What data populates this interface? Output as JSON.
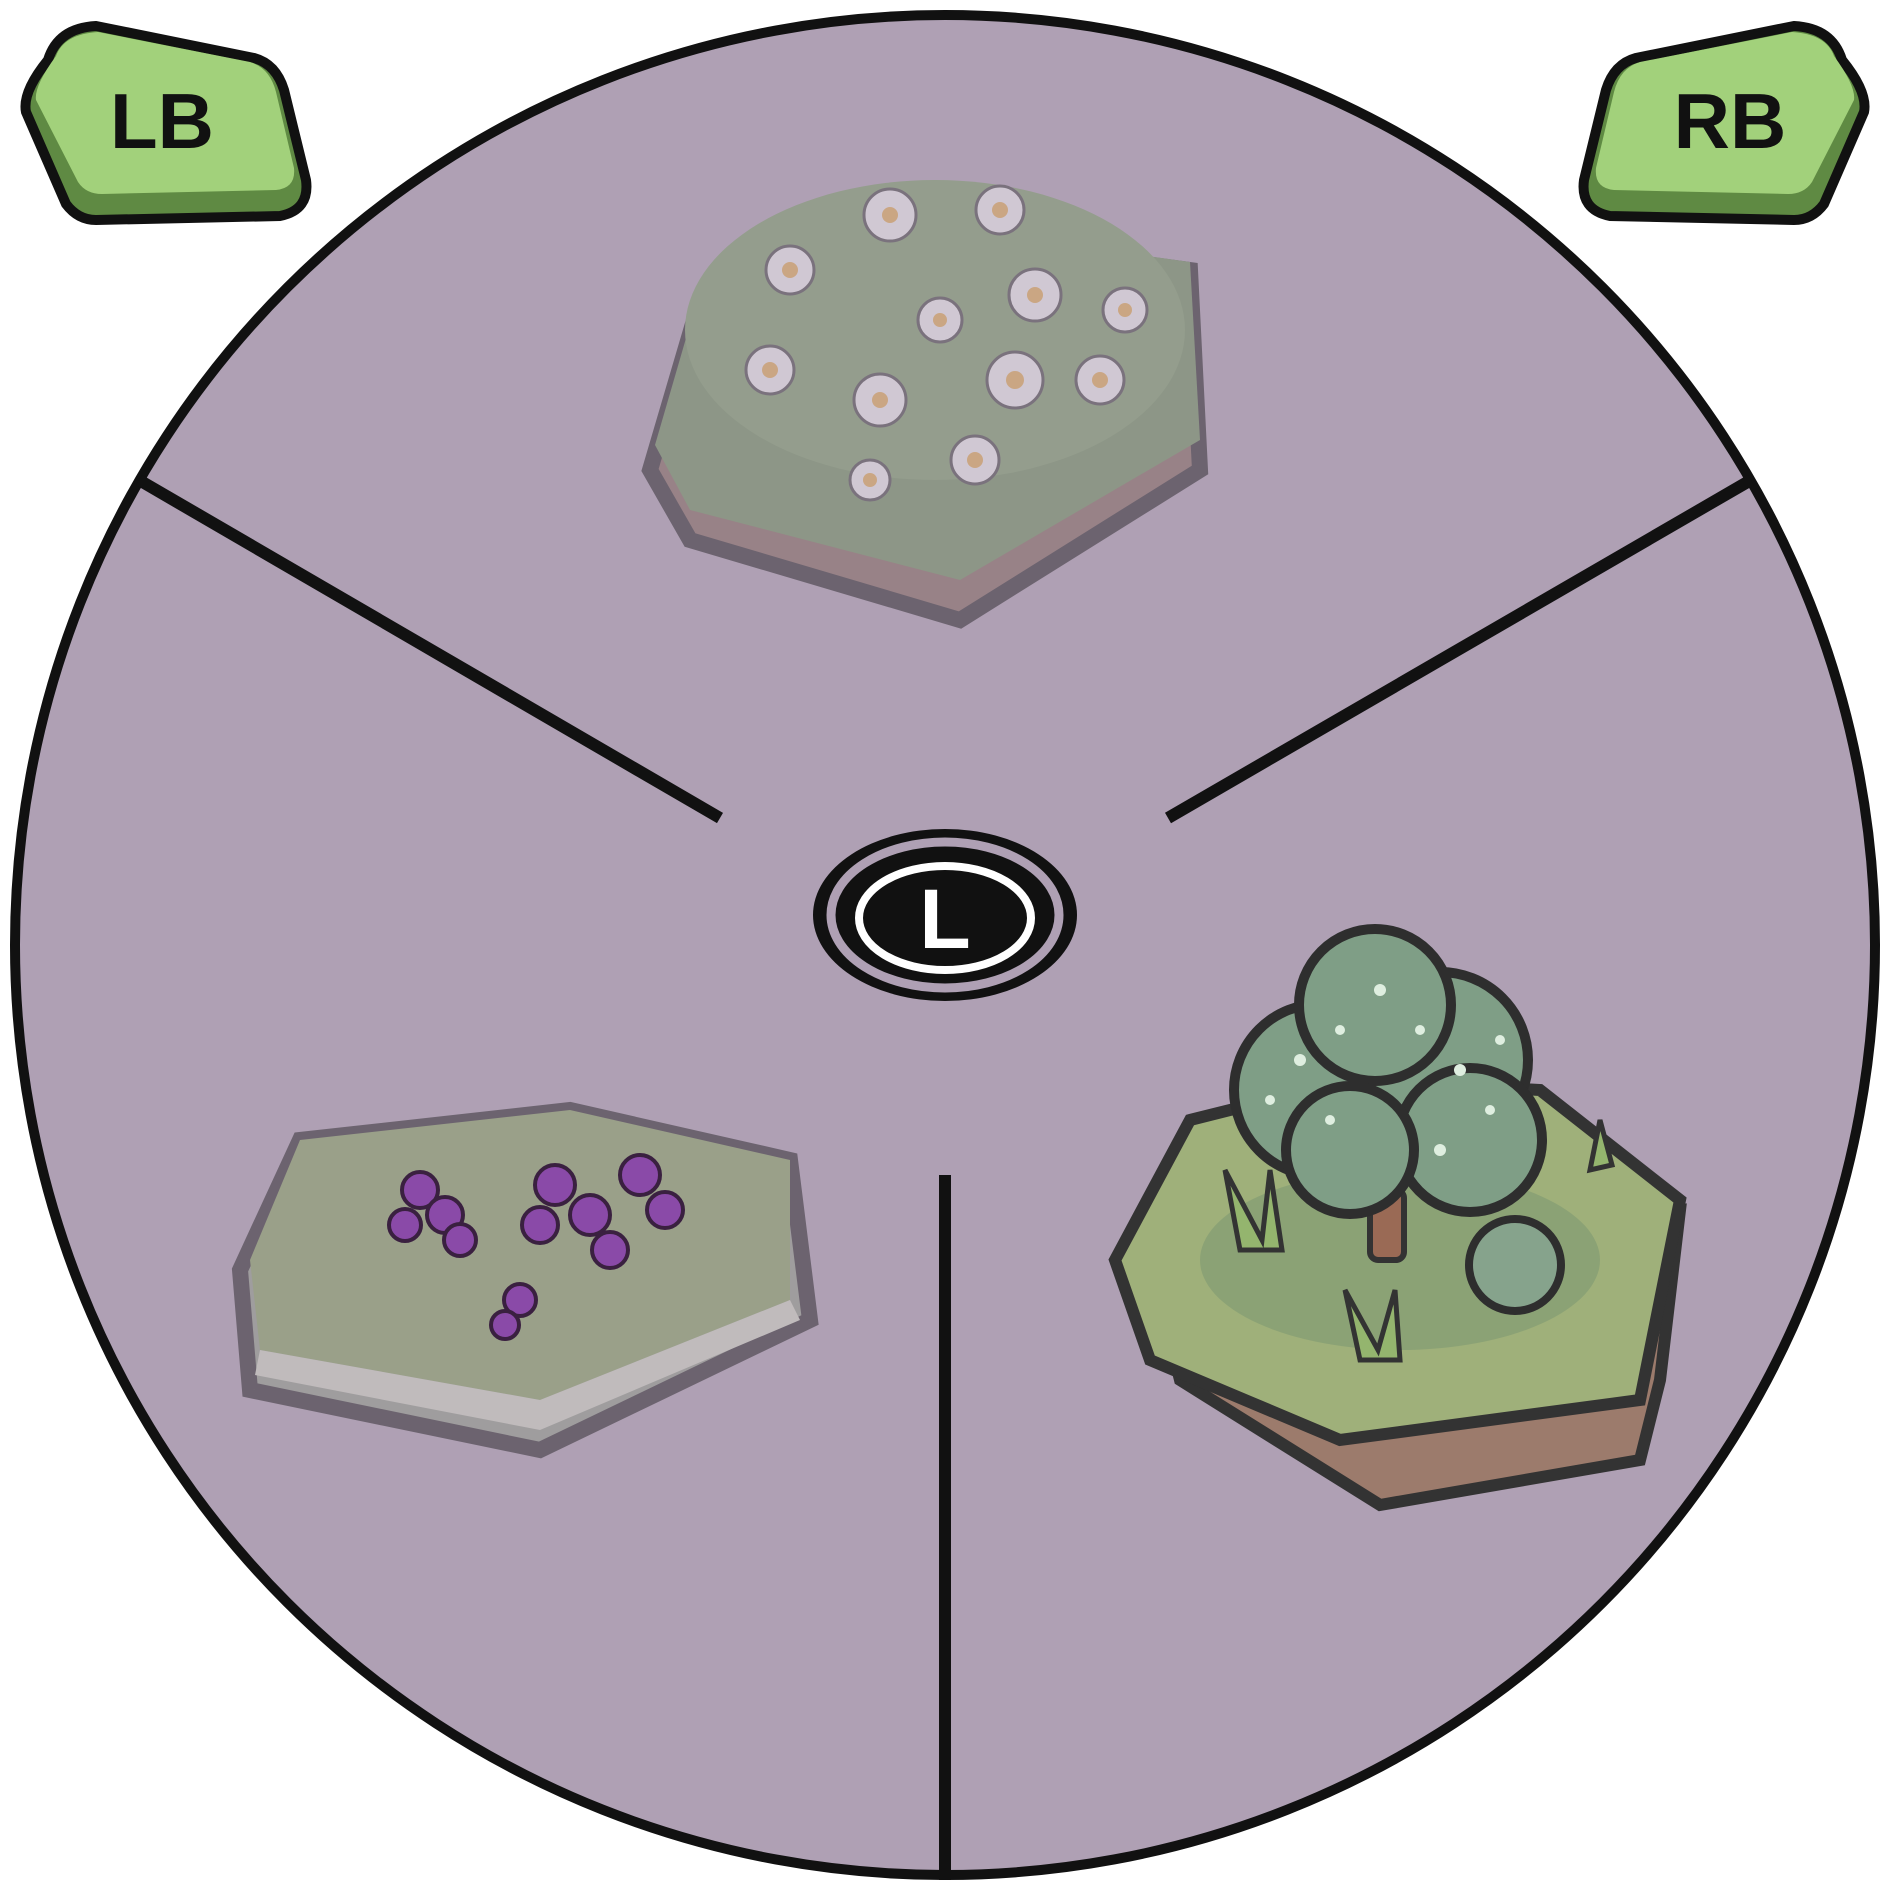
{
  "bumpers": {
    "left_label": "LB",
    "right_label": "RB"
  },
  "stick": {
    "label": "L"
  },
  "wheel": {
    "slice_count": 3,
    "selected_slice": "bottom-right",
    "items": [
      {
        "slot": "top",
        "tile": "daisy-meadow-tile",
        "state": "dimmed"
      },
      {
        "slot": "bottom-left",
        "tile": "violet-flower-tile",
        "state": "dimmed"
      },
      {
        "slot": "bottom-right",
        "tile": "shrub-grass-tile",
        "state": "highlighted"
      }
    ]
  },
  "colors": {
    "wheel_fill": "#afa0b4",
    "outline": "#111111",
    "bumper_green": "#a2d17b",
    "bumper_dark": "#5f8a43",
    "stick_text": "#ffffff"
  }
}
